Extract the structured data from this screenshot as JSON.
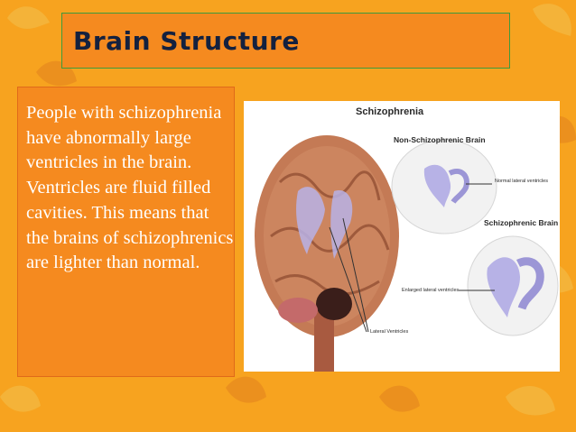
{
  "slide": {
    "title": "Brain Structure",
    "body": "People with schizophrenia have abnormally large ventricles in the brain.  Ventricles are fluid filled cavities. This means that the brains of schizophrenics are lighter than normal."
  },
  "figure": {
    "title": "Schizophrenia",
    "non_schizophrenic_label": "Non-Schizophrenic Brain",
    "schizophrenic_label": "Schizophrenic Brain",
    "normal_ventricles_label": "Normal lateral ventricles",
    "enlarged_ventricles_label": "Enlarged lateral ventricles",
    "lateral_ventricles_label": "Lateral Ventricles"
  },
  "colors": {
    "background": "#f7a31f",
    "panel": "#f58a1f",
    "title_border": "#3e9a3c",
    "title_text": "#14213f",
    "body_text": "#ffffff"
  }
}
